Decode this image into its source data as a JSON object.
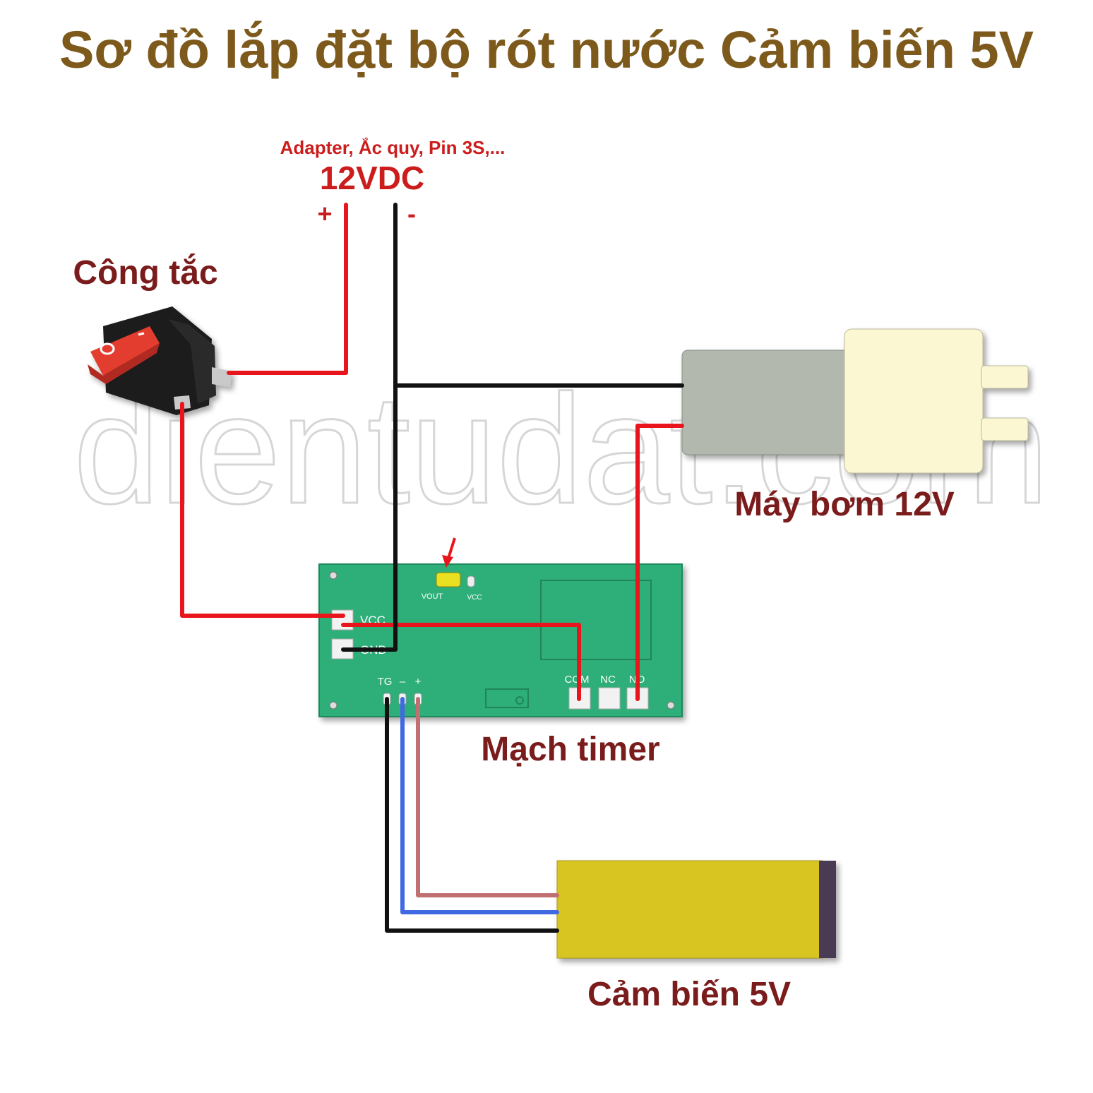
{
  "title": "Sơ đồ lắp đặt bộ rót nước Cảm biến 5V",
  "watermark": "dientudat.com",
  "power": {
    "source_note": "Adapter, Ắc quy, Pin 3S,...",
    "voltage": "12VDC",
    "plus": "+",
    "minus": "-"
  },
  "switch": {
    "label": "Công tắc"
  },
  "pump": {
    "label": "Máy bơm 12V"
  },
  "timer": {
    "label": "Mạch timer",
    "vout": "VOUT",
    "vcc_pad": "VCC",
    "vcc": "VCC",
    "gnd": "GND",
    "tg": "TG",
    "minus": "–",
    "plus": "+",
    "com": "COM",
    "nc": "NC",
    "no": "NO"
  },
  "sensor": {
    "label": "Cảm biến 5V"
  },
  "colors": {
    "title": "#7d5a1c",
    "labels": "#7b1c1c",
    "power_text": "#cc1d1d",
    "wire_red": "#e8161c",
    "wire_black": "#111111",
    "wire_blue": "#4169e1",
    "wire_pink": "#c07070",
    "pcb": "#2eae78",
    "sensor": "#d9c520",
    "pump_body": "#b3b8ae",
    "pump_head": "#faf7d2"
  }
}
